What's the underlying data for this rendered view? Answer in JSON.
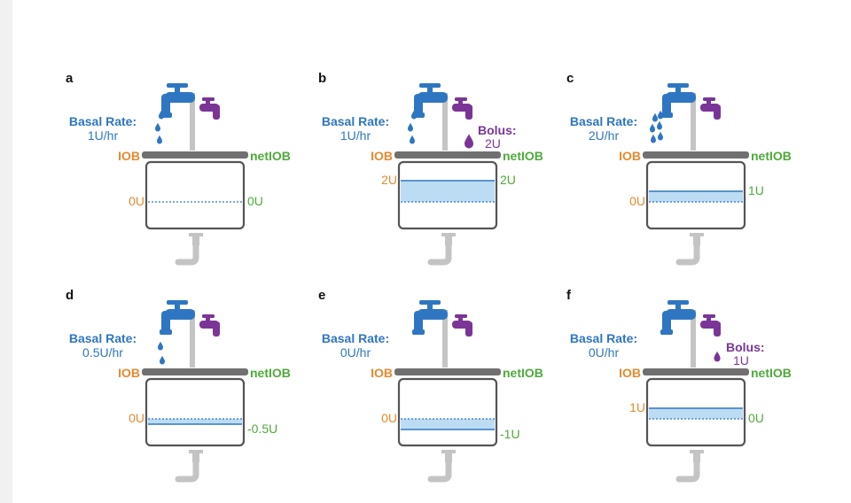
{
  "labels": {
    "basal_rate": "Basal Rate:",
    "bolus": "Bolus:",
    "iob": "IOB",
    "net_iob": "netIOB"
  },
  "colors": {
    "basal_blue": "#2f76c2",
    "bolus_purple": "#7a3597",
    "iob_orange": "#e68a2e",
    "net_iob_green": "#4eaa3a",
    "pipe_gray": "#c4c4c4",
    "lid_gray": "#707070",
    "tank_border": "#555555",
    "insulin_fill": "#bcdcf4"
  },
  "panels": [
    {
      "letter": "a",
      "basal_value": "1U/hr",
      "bolus_value": null,
      "iob_value": "0U",
      "net_iob_value": "0U",
      "level_iob": 0,
      "level_net": 0,
      "basal_drops": 3
    },
    {
      "letter": "b",
      "basal_value": "1U/hr",
      "bolus_value": "2U",
      "iob_value": "2U",
      "net_iob_value": "2U",
      "level_iob": 2,
      "level_net": 2,
      "basal_drops": 3
    },
    {
      "letter": "c",
      "basal_value": "2U/hr",
      "bolus_value": null,
      "iob_value": "0U",
      "net_iob_value": "1U",
      "level_iob": 0,
      "level_net": 1,
      "basal_drops": 6
    },
    {
      "letter": "d",
      "basal_value": "0.5U/hr",
      "bolus_value": null,
      "iob_value": "0U",
      "net_iob_value": "-0.5U",
      "level_iob": 0,
      "level_net": -0.5,
      "basal_drops": 2
    },
    {
      "letter": "e",
      "basal_value": "0U/hr",
      "bolus_value": null,
      "iob_value": "0U",
      "net_iob_value": "-1U",
      "level_iob": 0,
      "level_net": -1,
      "basal_drops": 0
    },
    {
      "letter": "f",
      "basal_value": "0U/hr",
      "bolus_value": "1U",
      "iob_value": "1U",
      "net_iob_value": "0U",
      "level_iob": 1,
      "level_net": 0,
      "basal_drops": 0
    }
  ]
}
